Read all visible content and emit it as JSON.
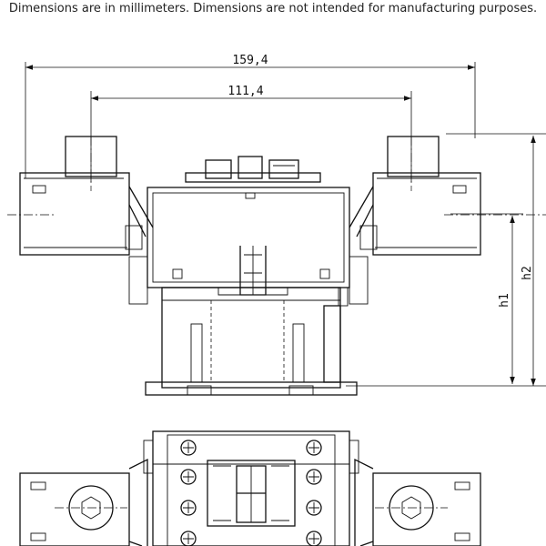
{
  "note": "Dimensions are in millimeters. Dimensions are not intended for manufacturing purposes.",
  "dimensions": {
    "overall_width": "159,4",
    "inner_width": "111,4",
    "h1": "h1",
    "h2": "h2"
  }
}
